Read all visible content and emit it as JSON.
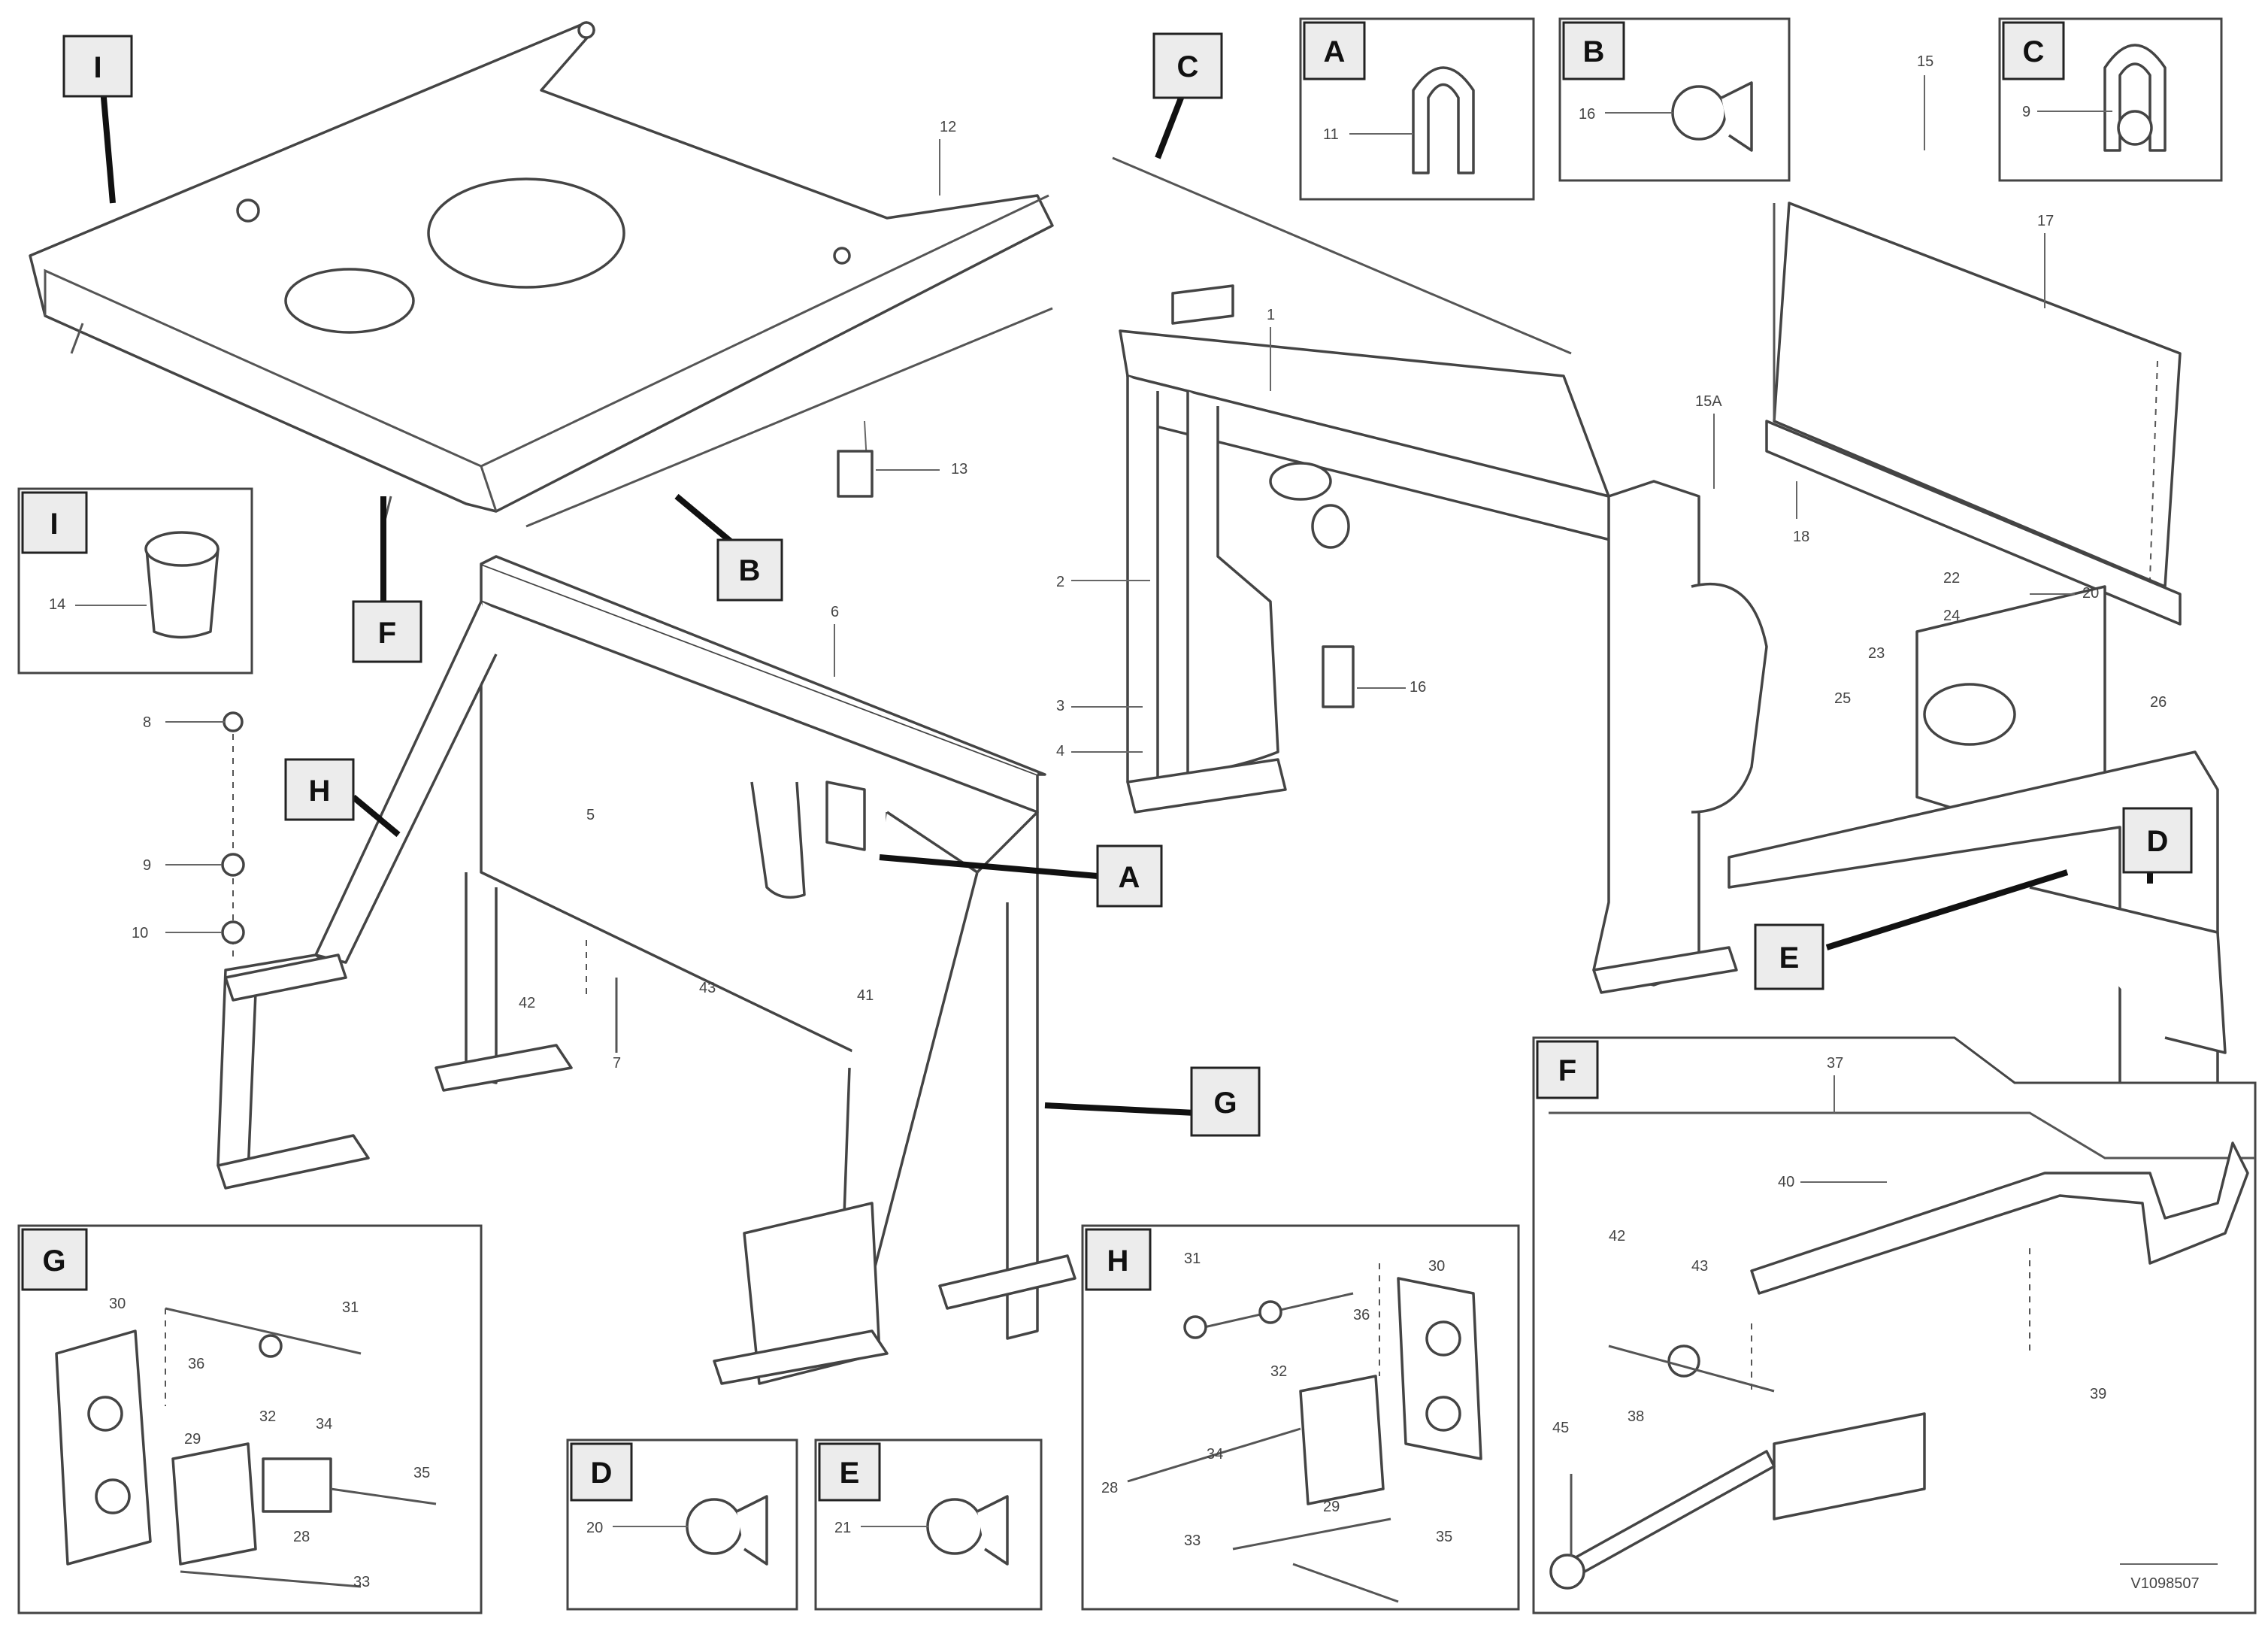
{
  "figure_id": "V1098507",
  "drawing_note": "Parts diagram – line drawing, no title printed",
  "callout_letters": [
    "A",
    "B",
    "C",
    "D",
    "E",
    "F",
    "G",
    "H",
    "I"
  ],
  "part_numbers": {
    "top_cover": "12",
    "bracket_right": "13",
    "frame_center": "6",
    "frame_left": "5",
    "bolts_left": [
      "8",
      "9",
      "10"
    ],
    "bolt_bottom": "7",
    "frame_legs": [
      "42",
      "43",
      "41"
    ],
    "support_front": "1",
    "support_left": [
      "2",
      "3",
      "4"
    ],
    "spring": "16",
    "panel_bolt_top": "15",
    "panel_bolt_right": "17",
    "panel_bolt_15a": "15A",
    "panel_bolt_18": "18",
    "panel_right": [
      "22",
      "23",
      "24",
      "25",
      "26",
      "20"
    ],
    "inset_a": "11",
    "inset_b": "16",
    "inset_c": "9",
    "inset_i": "14",
    "inset_d": "20",
    "inset_e": "21",
    "inset_f": [
      "37",
      "40",
      "42",
      "43",
      "45",
      "38",
      "39"
    ],
    "inset_g": [
      "30",
      "31",
      "32",
      "33",
      "34",
      "35",
      "36",
      "28",
      "29"
    ],
    "inset_h": [
      "31",
      "32",
      "33",
      "34",
      "35",
      "36",
      "28",
      "29",
      "30"
    ]
  },
  "footer_code": "V1098507"
}
